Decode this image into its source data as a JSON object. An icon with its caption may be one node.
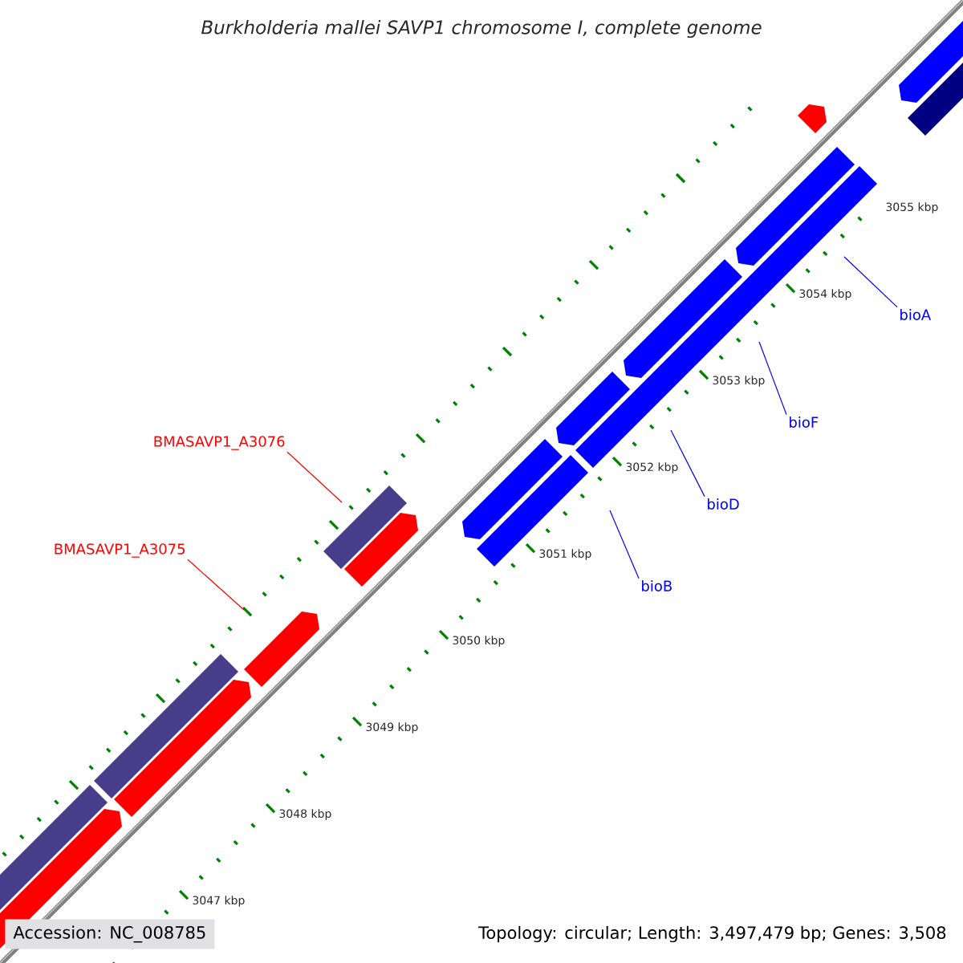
{
  "diagram": {
    "title": "Burkholderia mallei SAVP1 chromosome I, complete genome",
    "nodes": [
      {
        "text": [
          "BMASAVP1_A3076"
        ]
      },
      {
        "text": [
          "BMASAVP1_A3075"
        ]
      },
      {
        "text": [
          "bioA"
        ]
      },
      {
        "text": [
          "bioF"
        ]
      },
      {
        "text": [
          "bioD"
        ]
      },
      {
        "text": [
          "bioB"
        ]
      }
    ],
    "edges": [
      {
        "from": 0,
        "to": null,
        "arrow": "none",
        "color": "#ff0000"
      },
      {
        "from": 1,
        "to": null,
        "arrow": "none",
        "color": "#ff0000"
      },
      {
        "from": 2,
        "to": null,
        "arrow": "none"
      },
      {
        "from": 3,
        "to": null,
        "arrow": "none"
      },
      {
        "from": 4,
        "to": null,
        "arrow": "none"
      },
      {
        "from": 5,
        "to": null,
        "arrow": "none"
      }
    ],
    "labels": [
      "3055 kbp",
      "3054 kbp",
      "3053 kbp",
      "3052 kbp",
      "3051 kbp",
      "3050 kbp",
      "3049 kbp",
      "3048 kbp",
      "3047 kbp",
      "Accession: NC_008785",
      "Topology: circular; Length: 3,497,479 bp; Genes: 3,508"
    ]
  }
}
